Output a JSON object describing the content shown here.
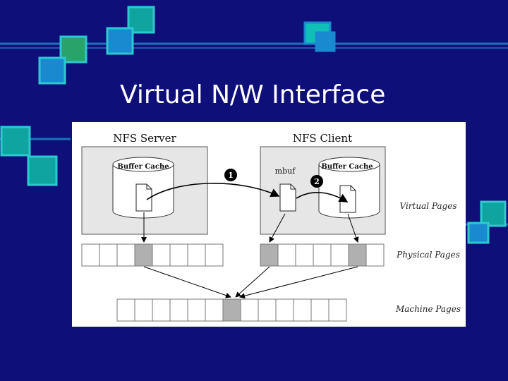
{
  "slide": {
    "title": "Virtual N/W Interface"
  },
  "diagram": {
    "server_label": "NFS Server",
    "client_label": "NFS Client",
    "server_cache_label": "Buffer Cache",
    "client_cache_label": "Buffer Cache",
    "mbuf_label": "mbuf",
    "step_1": "1",
    "step_2": "2",
    "row_labels": {
      "virtual": "Virtual Pages",
      "physical": "Physical Pages",
      "machine": "Machine Pages"
    }
  },
  "colors": {
    "background": "#0f0f7a",
    "deco_teal": "#10a0a0",
    "deco_green": "#2aa36a",
    "deco_blue": "#1a8ad0",
    "highlight_page": "#b0b0b0"
  }
}
